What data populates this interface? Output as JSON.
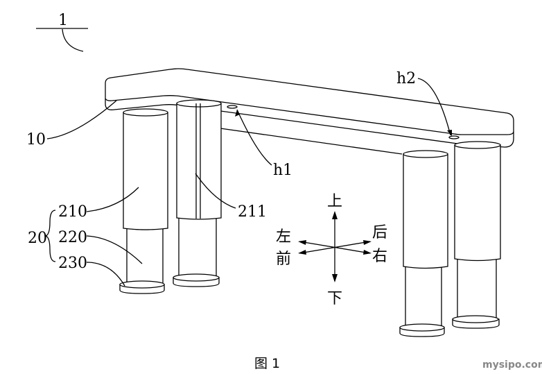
{
  "labels": {
    "assembly": "1",
    "plate": "10",
    "h1": "h1",
    "h2": "h2",
    "group": "20",
    "part_210": "210",
    "part_211": "211",
    "part_220": "220",
    "part_230": "230"
  },
  "directions": {
    "up": "上",
    "down": "下",
    "left": "左",
    "right": "右",
    "front": "前",
    "back": "后"
  },
  "caption": "图 1",
  "watermark": "mysipo.com"
}
